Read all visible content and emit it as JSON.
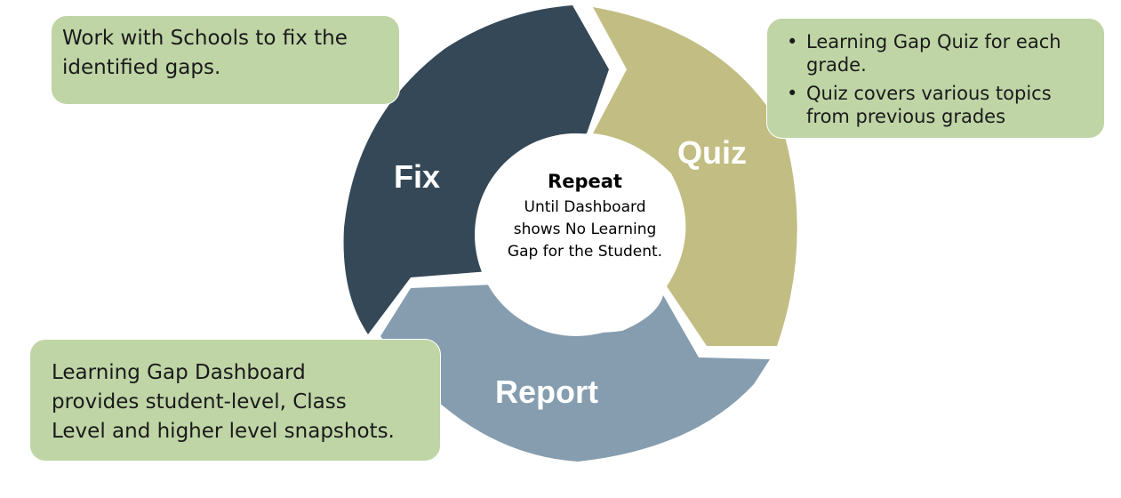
{
  "cycle": {
    "segments": [
      {
        "label": "Fix",
        "color": "#354857"
      },
      {
        "label": "Quiz",
        "color": "#c2bd82"
      },
      {
        "label": "Report",
        "color": "#859daf"
      }
    ],
    "center": {
      "title": "Repeat",
      "lines": [
        "Until Dashboard",
        "shows No Learning",
        "Gap for the Student."
      ]
    }
  },
  "notes": {
    "fix": {
      "lines": [
        "Work with Schools to fix the",
        "identified gaps."
      ]
    },
    "quiz": {
      "bullets": [
        {
          "lines": [
            "Learning Gap Quiz for each",
            "grade."
          ]
        },
        {
          "lines": [
            "Quiz covers various topics",
            "from previous grades"
          ]
        }
      ]
    },
    "report": {
      "lines": [
        "Learning Gap Dashboard",
        "provides student-level, Class",
        "Level and higher level snapshots."
      ]
    }
  },
  "colors": {
    "note_fill": "#bfd5a6",
    "background": "#ffffff"
  }
}
